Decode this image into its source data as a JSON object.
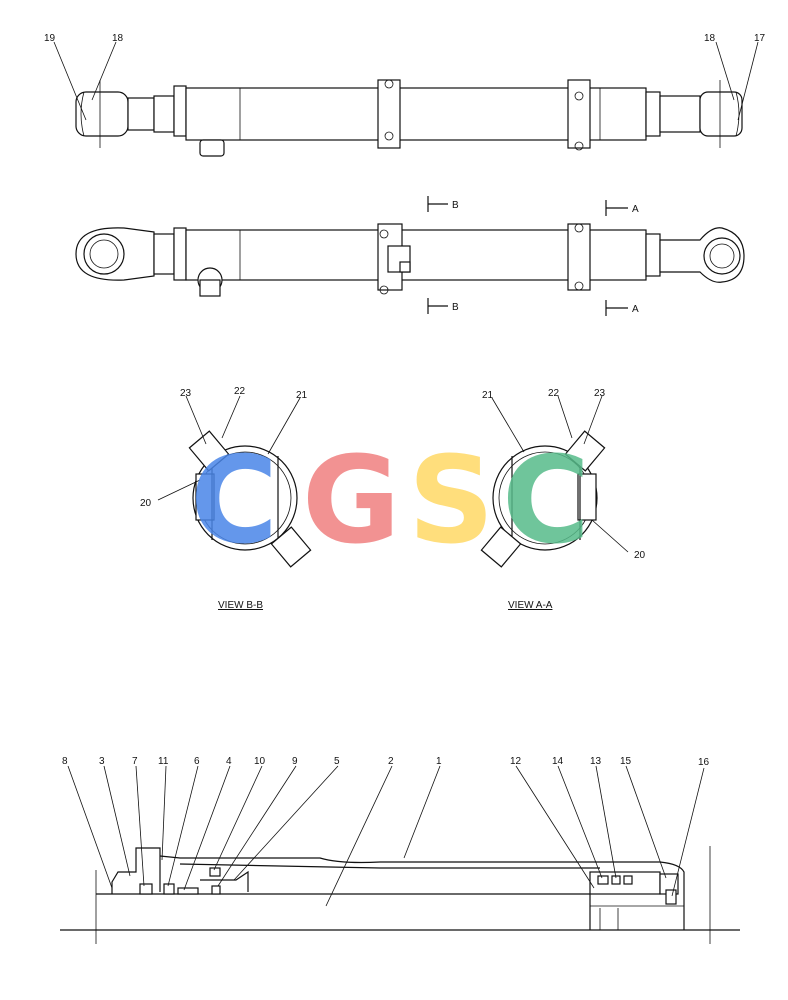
{
  "callouts": {
    "top": [
      "19",
      "18",
      "18",
      "17"
    ],
    "section_marks": [
      "B",
      "A",
      "B",
      "A"
    ],
    "view_bb": [
      "23",
      "22",
      "21",
      "20"
    ],
    "view_aa": [
      "21",
      "22",
      "23",
      "20"
    ],
    "bottom": [
      "8",
      "3",
      "7",
      "11",
      "6",
      "4",
      "10",
      "9",
      "5",
      "2",
      "1",
      "12",
      "14",
      "13",
      "15",
      "16"
    ]
  },
  "views": {
    "bb": "VIEW  B-B",
    "aa": "VIEW  A-A"
  },
  "watermark": {
    "letters": [
      "C",
      "G",
      "S",
      "C"
    ],
    "colors": [
      "#4a86e8",
      "#f08080",
      "#ffd966",
      "#57bb8a"
    ]
  }
}
